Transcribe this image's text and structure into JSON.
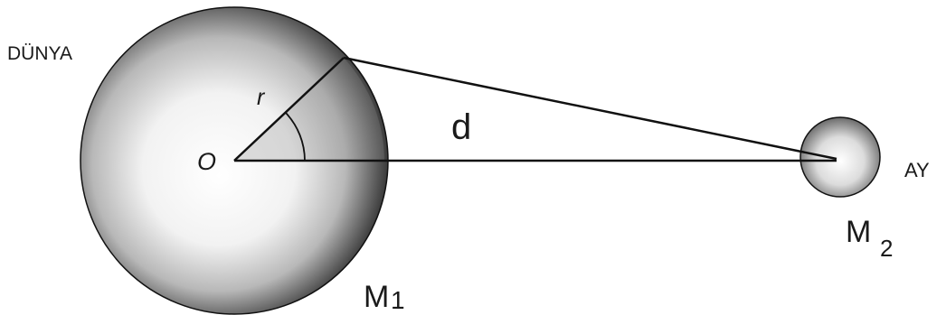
{
  "labels": {
    "earth": "DÜNYA",
    "moon": "AY",
    "center": "O",
    "radius": "r",
    "distance": "d",
    "earth_mass": "M",
    "earth_mass_sub": "1",
    "moon_mass": "M",
    "moon_mass_sub": "2"
  },
  "colors": {
    "ink": "#1a1a1a",
    "sphere_outline": "#111111"
  }
}
